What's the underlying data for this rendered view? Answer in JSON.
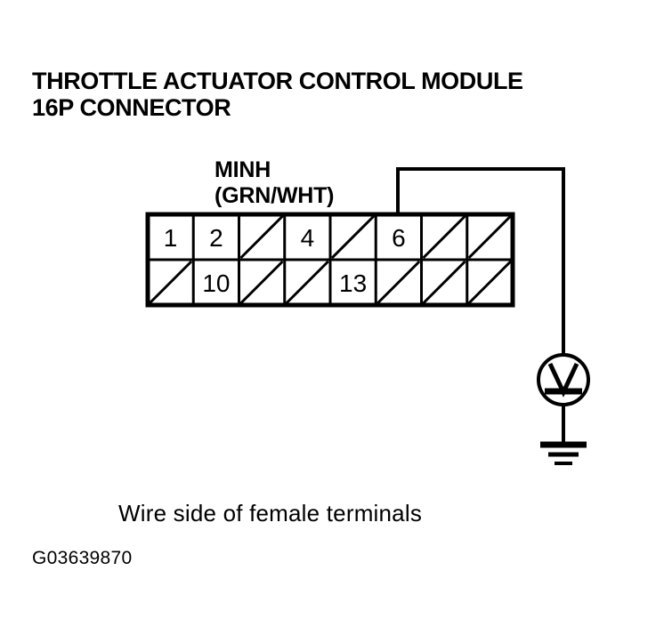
{
  "figure": {
    "title_line1": "THROTTLE ACTUATOR CONTROL MODULE",
    "title_line2": "16P CONNECTOR",
    "caption": "Wire side of female terminals",
    "figure_id": "G03639870",
    "ink_color": "#000000",
    "background_color": "#ffffff"
  },
  "wire_label": {
    "signal_name": "MINH",
    "wire_color_code": "(GRN/WHT)"
  },
  "connector": {
    "name": "16P CONNECTOR",
    "pin_count": 16,
    "columns": 8,
    "rows": 2,
    "top_row": [
      {
        "pin": "1",
        "label": "1",
        "occupied": true
      },
      {
        "pin": "2",
        "label": "2",
        "occupied": true
      },
      {
        "pin": "3",
        "label": "",
        "occupied": false
      },
      {
        "pin": "4",
        "label": "4",
        "occupied": true
      },
      {
        "pin": "5",
        "label": "",
        "occupied": false
      },
      {
        "pin": "6",
        "label": "6",
        "occupied": true
      },
      {
        "pin": "7",
        "label": "",
        "occupied": false
      },
      {
        "pin": "8",
        "label": "",
        "occupied": false
      }
    ],
    "bottom_row": [
      {
        "pin": "9",
        "label": "",
        "occupied": false
      },
      {
        "pin": "10",
        "label": "10",
        "occupied": true
      },
      {
        "pin": "11",
        "label": "",
        "occupied": false
      },
      {
        "pin": "12",
        "label": "",
        "occupied": false
      },
      {
        "pin": "13",
        "label": "13",
        "occupied": true
      },
      {
        "pin": "14",
        "label": "",
        "occupied": false
      },
      {
        "pin": "15",
        "label": "",
        "occupied": false
      },
      {
        "pin": "16",
        "label": "",
        "occupied": false
      }
    ]
  },
  "measurement": {
    "instrument": "voltmeter",
    "instrument_glyph": "V",
    "probe_pin": "6",
    "reference": "ground"
  }
}
